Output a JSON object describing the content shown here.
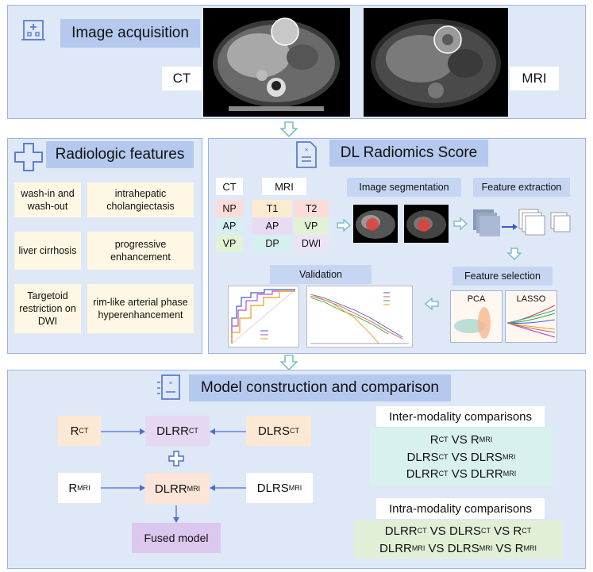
{
  "acquisition": {
    "title": "Image acquisition",
    "ct_label": "CT",
    "mri_label": "MRI"
  },
  "radiologic": {
    "title": "Radiologic features",
    "features": [
      "wash-in and wash-out",
      "intrahepatic cholangiectasis",
      "liver cirrhosis",
      "progressive enhancement",
      "Targetoid restriction on DWI",
      "rim-like arterial phase hyperenhancement"
    ]
  },
  "dlrs": {
    "title": "DL Radiomics Score",
    "ct_header": "CT",
    "mri_header": "MRI",
    "ct_sequences": [
      "NP",
      "AP",
      "VP"
    ],
    "mri_sequences": [
      "T1",
      "T2",
      "AP",
      "VP",
      "DP",
      "DWI"
    ],
    "segmentation_label": "Image segmentation",
    "extraction_label": "Feature extraction",
    "selection_label": "Feature selection",
    "validation_label": "Validation",
    "pca_label": "PCA",
    "lasso_label": "LASSO"
  },
  "model": {
    "title": "Model construction and comparison",
    "r_base": "R",
    "dlrr_base": "DLRR",
    "dlrs_base": "DLRS",
    "ct_sup": "CT",
    "mri_sup": "MRI",
    "fused": "Fused model",
    "plus": "+",
    "inter_title": "Inter-modality comparisons",
    "intra_title": "Intra-modality comparisons",
    "vs": "VS"
  },
  "colors": {
    "panel_bg": "#dfe8f7",
    "panel_border": "#9db4e0",
    "title_pill": "#b5c9ee",
    "feature_bg": "#fdf7e3",
    "r_box": "#fde8d4",
    "dlrr_box": "#e6d8f2",
    "fused_box": "#dcc7ee",
    "inter_bg": "#d9f1ee",
    "intra_bg": "#e1efd6",
    "arrow": "#7fbfc4",
    "flow_arrow": "#4a6fd0"
  },
  "icons": [
    "hospital-icon",
    "plus-cross-icon",
    "document-icon",
    "clipboard-list-icon"
  ]
}
